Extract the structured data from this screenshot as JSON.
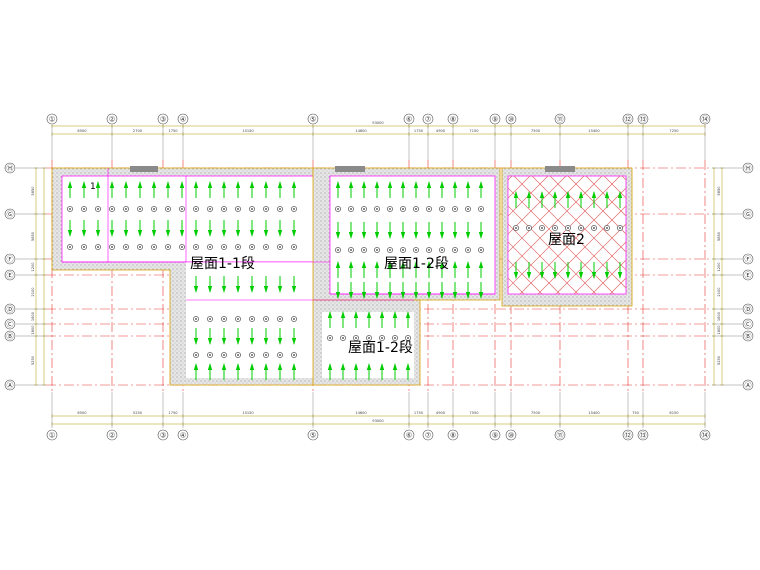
{
  "drawing": {
    "zones": [
      {
        "id": "roof-1-1",
        "label": "屋面1-1段"
      },
      {
        "id": "roof-1-2-upper",
        "label": "屋面1-2段"
      },
      {
        "id": "roof-1-2-lower",
        "label": "屋面1-2段"
      },
      {
        "id": "roof-2",
        "label": "屋面2"
      }
    ],
    "small_marker": "1",
    "vertical_axes": [
      "①",
      "②",
      "③",
      "④",
      "⑤",
      "⑥",
      "⑦",
      "⑧",
      "⑨",
      "⑩",
      "⑪",
      "⑫",
      "⑬",
      "⑭"
    ],
    "horizontal_axes": [
      "Ⓗ",
      "Ⓖ",
      "Ⓕ",
      "Ⓔ",
      "Ⓓ",
      "Ⓒ",
      "Ⓑ",
      "Ⓐ"
    ],
    "top_dimensions": [
      "6500",
      "2700",
      "1750",
      "15150",
      "14600",
      "1750",
      "4900",
      "7150",
      "",
      "7500",
      "15400",
      "",
      "7250"
    ],
    "bottom_dimensions": [
      "6500",
      "5250",
      "1750",
      "15150",
      "14600",
      "1750",
      "4900",
      "7550",
      "",
      "7500",
      "15400",
      "750",
      "6150"
    ],
    "top_total": "93000",
    "bottom_total": "93000",
    "left_dimensions": [
      "5850",
      "5850",
      "1200",
      "2100",
      "1800",
      "1800",
      "5250"
    ],
    "colors": {
      "axis_line": "#e53935",
      "wall": "#ff00ff",
      "arrow": "#00cc00",
      "drain": "#333333",
      "hatch": "#e06060",
      "shade": "#cfcfcf",
      "edge": "#d8a000"
    }
  }
}
